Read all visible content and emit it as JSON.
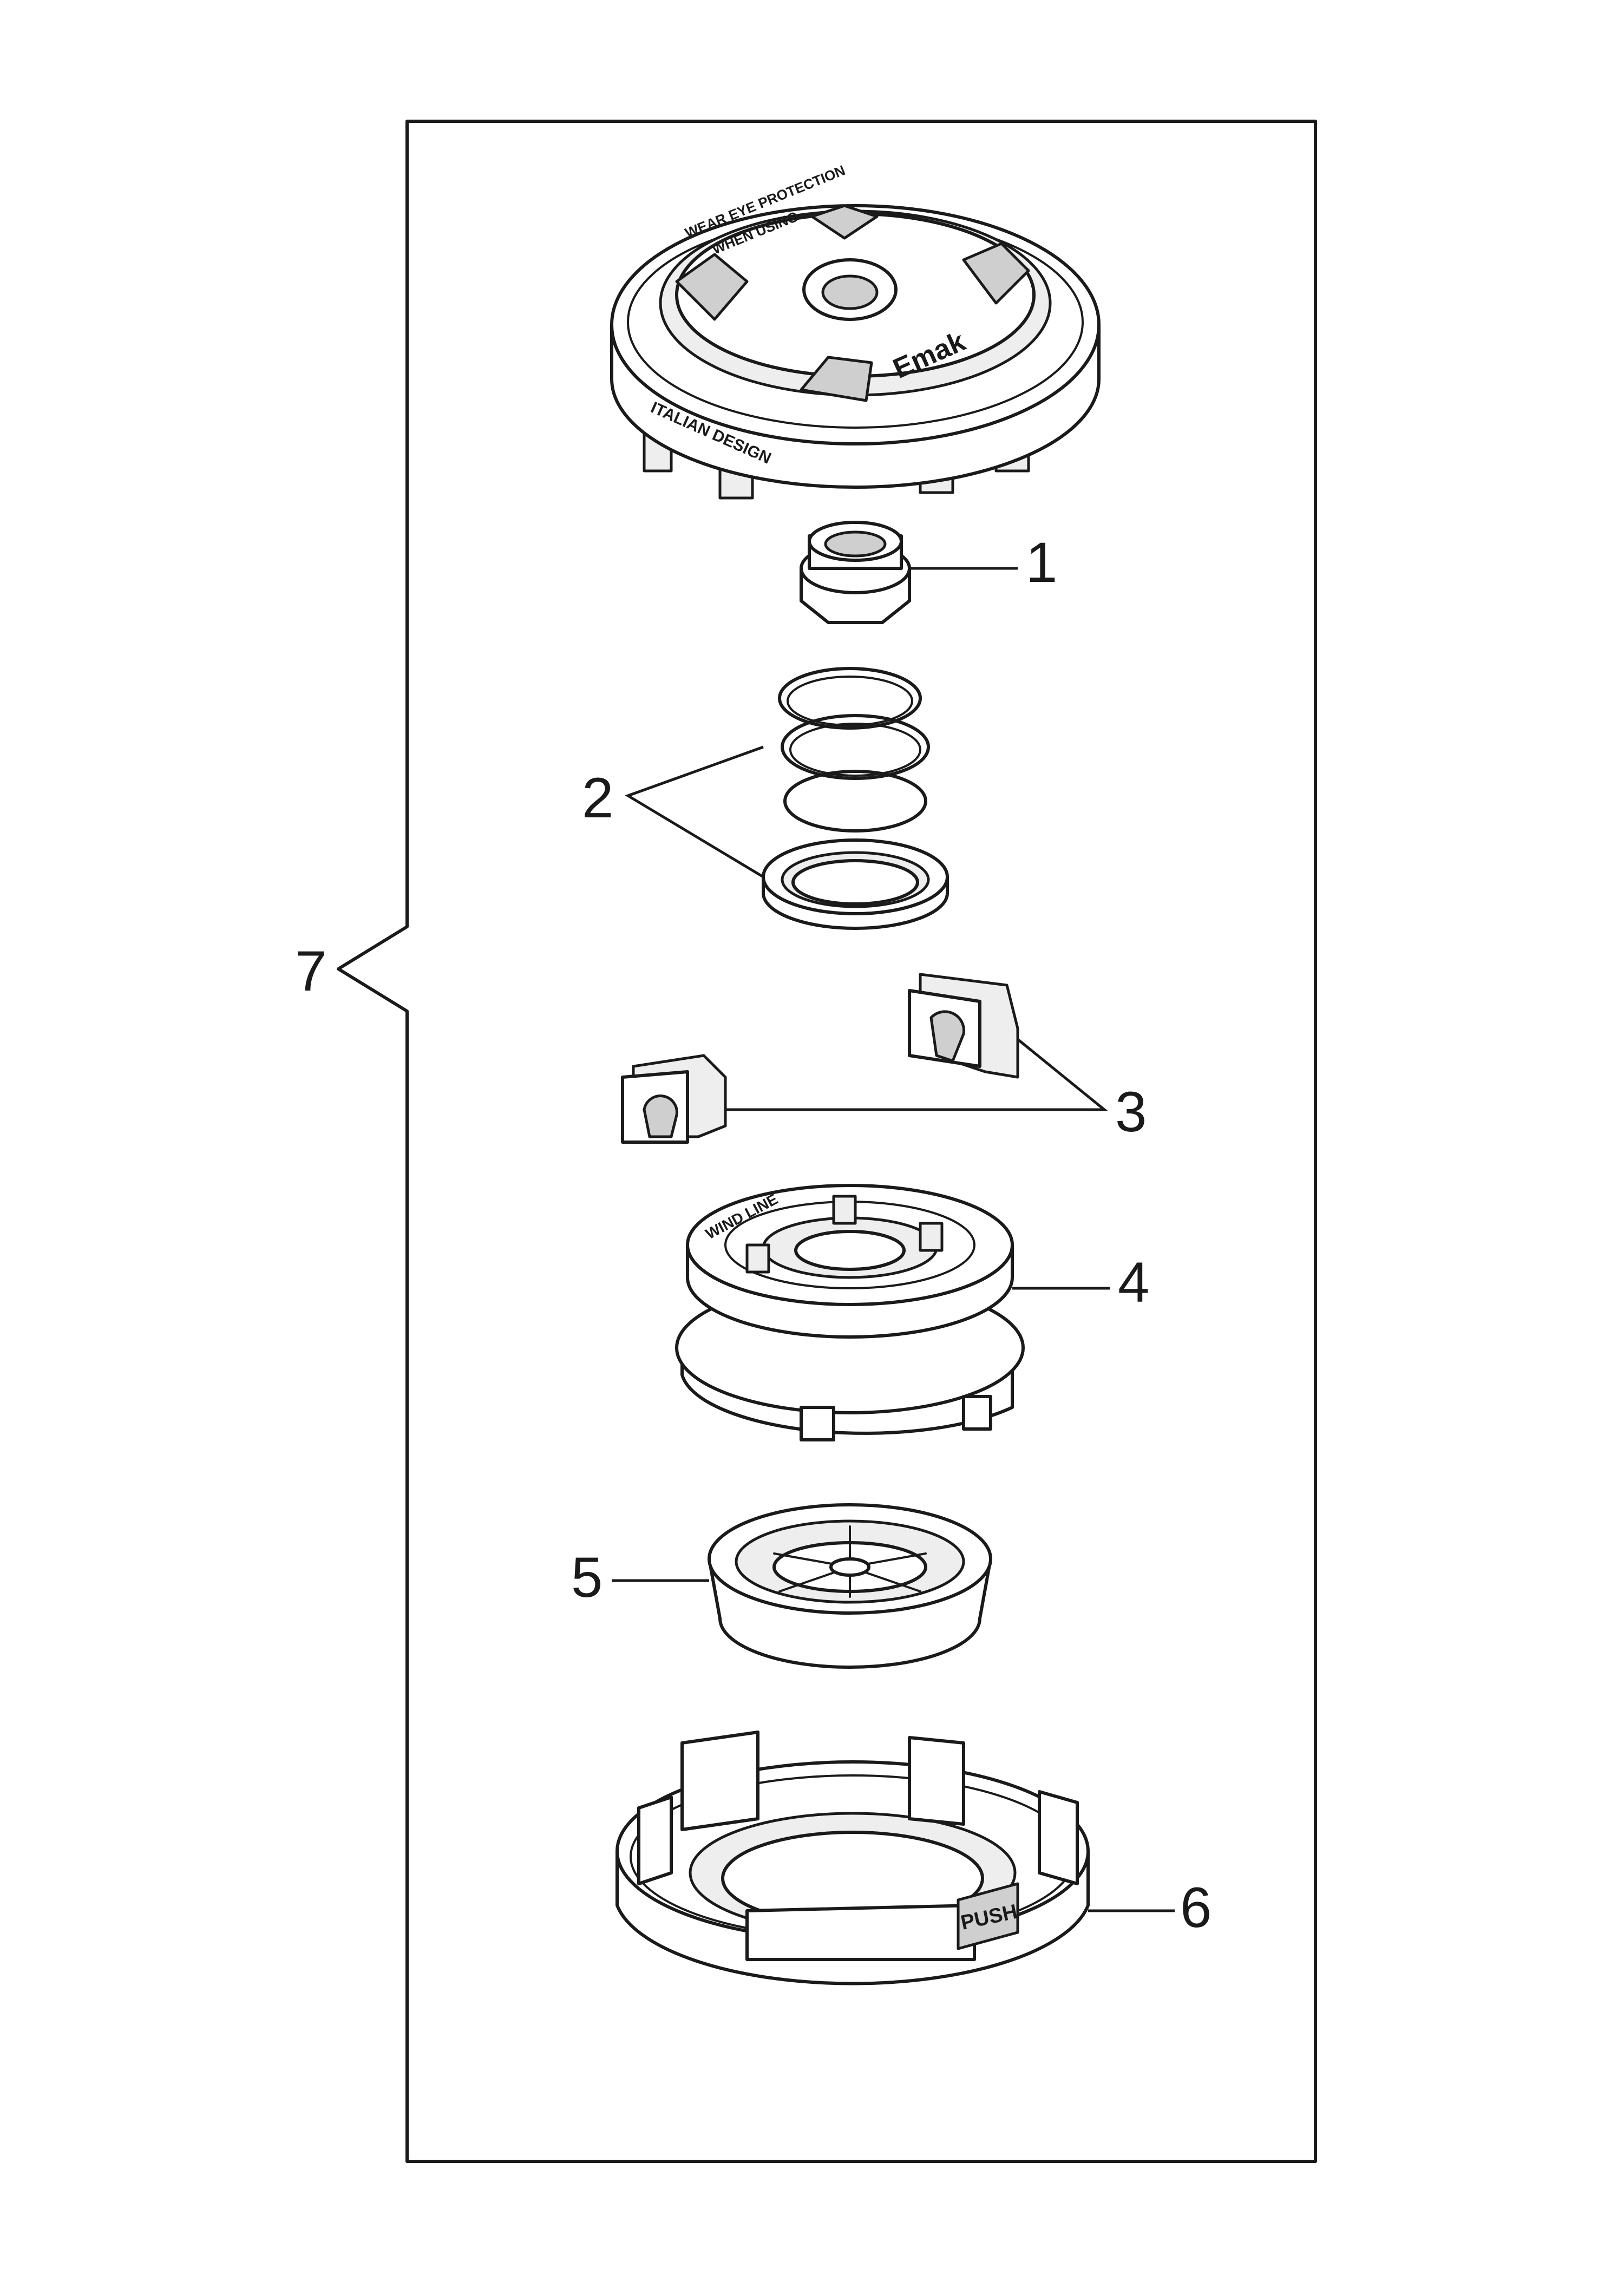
{
  "callouts": [
    {
      "id": "1",
      "label": "1"
    },
    {
      "id": "2",
      "label": "2"
    },
    {
      "id": "3",
      "label": "3"
    },
    {
      "id": "4",
      "label": "4"
    },
    {
      "id": "5",
      "label": "5"
    },
    {
      "id": "6",
      "label": "6"
    },
    {
      "id": "7",
      "label": "7"
    }
  ],
  "part_text": {
    "cover_warning_1": "WEAR EYE PROTECTION",
    "cover_warning_2": "WHEN USING",
    "cover_brand": "Emak",
    "cover_rim": "ITALIAN DESIGN",
    "spool_text": "WIND LINE",
    "base_text": "PUSH"
  },
  "colors": {
    "line": "#1a1a1a",
    "part_fill": "#ffffff",
    "part_shade": "#eeeeee",
    "part_dark": "#cfcfcf",
    "background": "#ffffff"
  }
}
